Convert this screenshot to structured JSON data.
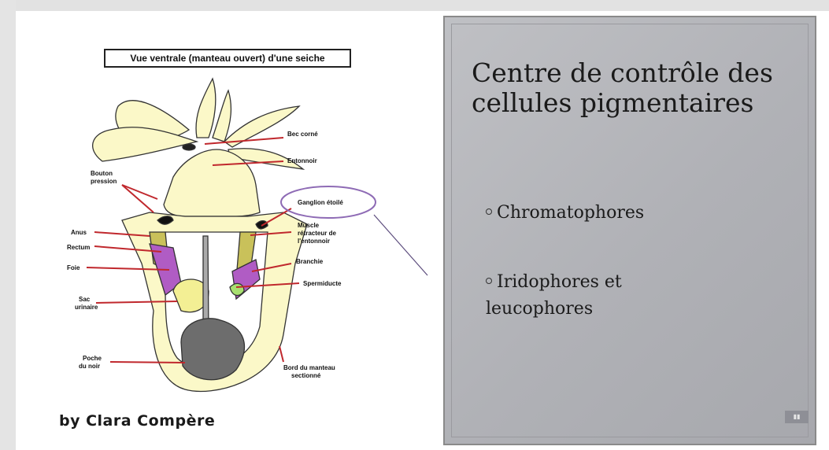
{
  "diagram": {
    "caption": "Vue ventrale (manteau ouvert) d'une seiche",
    "labels": {
      "bec_corne": "Bec corné",
      "entonnoir": "Entonnoir",
      "bouton": "Bouton",
      "pression": "pression",
      "ganglion": "Ganglion étoilé",
      "anus": "Anus",
      "muscle1": "Muscle",
      "muscle2": "rétracteur de",
      "muscle3": "l'entonnoir",
      "rectum": "Rectum",
      "branchie": "Branchie",
      "foie": "Foie",
      "spermiducte": "Spermiducte",
      "sac": "Sac",
      "urinaire": "urinaire",
      "poche": "Poche",
      "du_noir": "du noir",
      "bord1": "Bord du manteau",
      "bord2": "sectionné"
    }
  },
  "credit": "by Clara Compère",
  "panel": {
    "title": "Centre de contrôle des cellules pigmentaires",
    "bullets": [
      "Chromatophores",
      "Iridophores et leucophores"
    ]
  },
  "colors": {
    "body_fill": "#fbf8c8",
    "gill_fill": "#b05cc4",
    "muscle_fill": "#c9c15a",
    "ink_sac": "#6d6d6d",
    "arrow": "#c0282d",
    "ellipse": "#8e6bb5"
  }
}
